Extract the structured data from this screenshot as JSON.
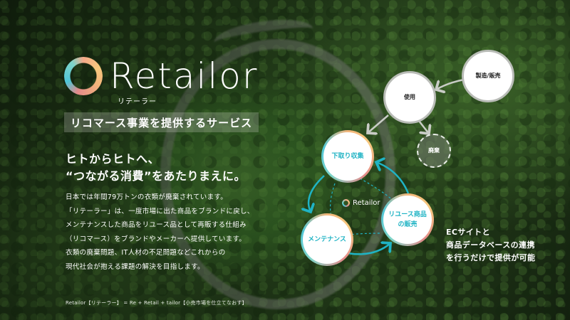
{
  "brand": {
    "name": "Retailor",
    "kana": "リテーラー",
    "ring_colors": [
      "#f4a98a",
      "#f7c97e",
      "#e38a8a",
      "#4fc6d6",
      "#7fd5c9"
    ]
  },
  "tagline": "リコマース事業を提供するサービス",
  "headline": {
    "line1": "ヒトからヒトへ、",
    "line2": "“つながる消費”をあたりまえに。"
  },
  "body": {
    "lines": [
      "日本では年間79万トンの衣類が廃棄されています。",
      "「リテーラー」は、一度市場に出た商品をブランドに戻し、",
      "メンテナンスした商品をリユース品として再販する仕組み",
      "（リコマース）をブランドやメーカーへ提供しています。",
      "衣類の廃棄問題、IT人材の不足問題などこれからの",
      "現代社会が抱える課題の解決を目指します。"
    ]
  },
  "footnote": "Retailor【リテーラー】 = Re + Retail + tailor【小売市場を仕立てなおす】",
  "diagram": {
    "nodes": {
      "manufacture": "製造/販売",
      "use": "使用",
      "disposal": "廃棄",
      "trade_in": "下取り収集",
      "maintenance": "メンテナンス",
      "reuse_sale_l1": "リユース商品",
      "reuse_sale_l2": "の販売"
    },
    "center_logo": "Retailor",
    "accent_color": "#1fb3c4",
    "arrow_gray": "#c9ccc6"
  },
  "ec_note": {
    "lines": [
      "ECサイトと",
      "商品データベースの連携",
      "を行うだけで提供が可能"
    ]
  }
}
